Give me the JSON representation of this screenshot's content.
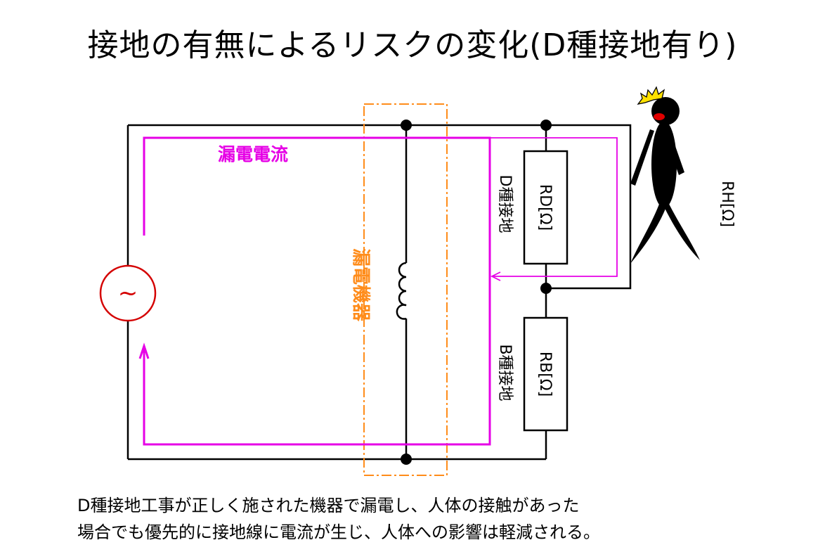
{
  "title": "接地の有無によるリスクの変化(D種接地有り)",
  "labels": {
    "leakage_current": "漏電電流",
    "leaking_equipment": "漏電機器",
    "d_grounding": "D種接地",
    "b_grounding": "B種接地",
    "rd": "RD[Ω]",
    "rb": "RB[Ω]",
    "rh": "RH[Ω]"
  },
  "source_symbol": "~",
  "caption": {
    "line1": "D種接地工事が正しく施された機器で漏電し、人体の接触があった",
    "line2": "場合でも優先的に接地線に電流が生じ、人体への影響は軽減される。"
  },
  "colors": {
    "wire": "#000000",
    "leakage": "#e600e6",
    "equipment_box": "#ff8c1a",
    "source": "#d40000",
    "spark": "#ffe100",
    "mouth": "#e00000"
  }
}
